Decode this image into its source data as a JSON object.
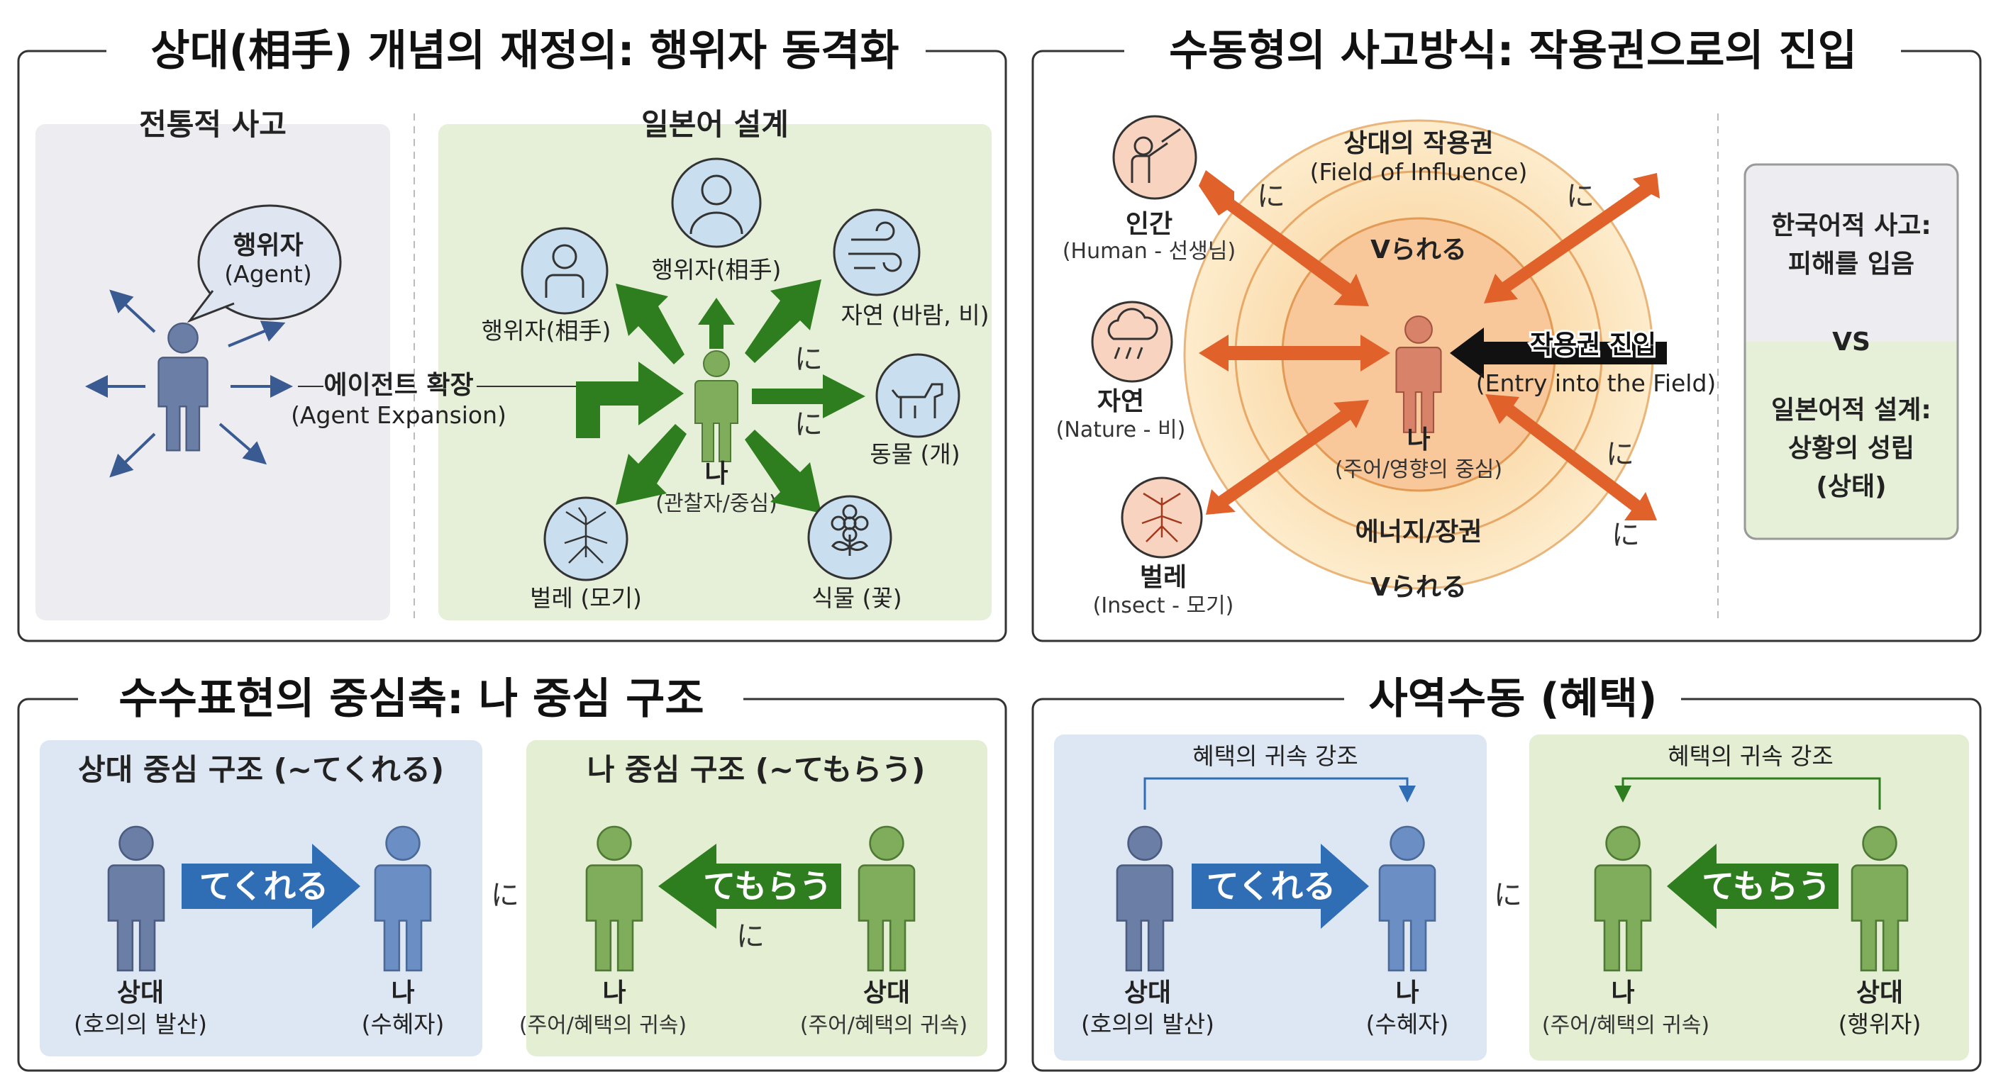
{
  "panel1": {
    "title": "상대(相手) 개념의 재정의: 행위자 동격화",
    "left_heading": "전통적 사고",
    "left_bubble_ko": "행위자",
    "left_bubble_en": "(Agent)",
    "expansion_ko": "에이전트 확장",
    "expansion_en": "(Agent Expansion)",
    "right_heading": "일본어 설계",
    "center_ko": "나",
    "center_sub": "(관찰자/중심)",
    "agents": [
      {
        "label": "행위자(相手)",
        "icon": "person-bust-icon"
      },
      {
        "label": "행위자(相手)",
        "icon": "person-bust-icon"
      },
      {
        "label": "자연 (바람, 비)",
        "icon": "wind-icon"
      },
      {
        "label": "동물 (개)",
        "icon": "dog-icon"
      },
      {
        "label": "식물 (꽃)",
        "icon": "flower-icon"
      },
      {
        "label": "벌레 (모기)",
        "icon": "mosquito-icon"
      }
    ],
    "ni_marks": [
      "に",
      "に"
    ]
  },
  "panel2": {
    "title": "수동형의 사고방식: 작용권으로의 진입",
    "outer_ring_ko": "상대의 작용권",
    "outer_ring_en": "(Field of Influence)",
    "v_rareru": "Vられる",
    "energy_field": "에너지/장권",
    "center_ko": "나",
    "center_sub": "(주어/영향의 중심)",
    "entry_ko": "작용권 진입",
    "entry_en": "(Entry into the Field)",
    "sources": [
      {
        "ko": "인간",
        "en": "(Human - 선생님)",
        "icon": "teacher-icon"
      },
      {
        "ko": "자연",
        "en": "(Nature - 비)",
        "icon": "rain-cloud-icon"
      },
      {
        "ko": "벌레",
        "en": "(Insect - 모기)",
        "icon": "mosquito-icon"
      }
    ],
    "ni_mark": "に",
    "compare_korean": "한국어적 사고:",
    "compare_korean_2": "피해를 입음",
    "compare_vs": "VS",
    "compare_japanese": "일본어적 설계:",
    "compare_japanese_2": "상황의 성립",
    "compare_japanese_3": "(상태)"
  },
  "panel3": {
    "title": "수수표현의 중심축: 나 중심 구조",
    "left_heading": "상대 중심 구조 (~てくれる)",
    "left_arrow": "てくれる",
    "left_from_ko": "상대",
    "left_from_sub": "(호의의 발산)",
    "left_to_ko": "나",
    "left_to_sub": "(수혜자)",
    "ni_mark": "に",
    "right_heading": "나 중심 구조 (~てもらう)",
    "right_arrow": "てもらう",
    "right_me_ko": "나",
    "right_me_sub": "(주어/혜택의 귀속)",
    "right_other_ko": "상대",
    "right_other_sub": "(주어/혜택의 귀속)"
  },
  "panel4": {
    "title": "사역수동 (혜택)",
    "left_bracket": "혜택의 귀속 강조",
    "left_arrow": "てくれる",
    "left_from_ko": "상대",
    "left_from_sub": "(호의의 발산)",
    "left_to_ko": "나",
    "left_to_sub": "(수혜자)",
    "ni_mark": "に",
    "right_bracket": "혜택의 귀속 강조",
    "right_arrow": "てもらう",
    "right_me_ko": "나",
    "right_me_sub": "(주어/혜택의 귀속)",
    "right_other_ko": "상대",
    "right_other_sub": "(행위자)"
  },
  "colors": {
    "green_dark": "#2e7d1e",
    "blue_arrow": "#2f6db5",
    "orange_arrow": "#e0622a",
    "person_blue": "#6b7fa6",
    "person_green": "#7fad5c",
    "person_red": "#d9826a"
  }
}
